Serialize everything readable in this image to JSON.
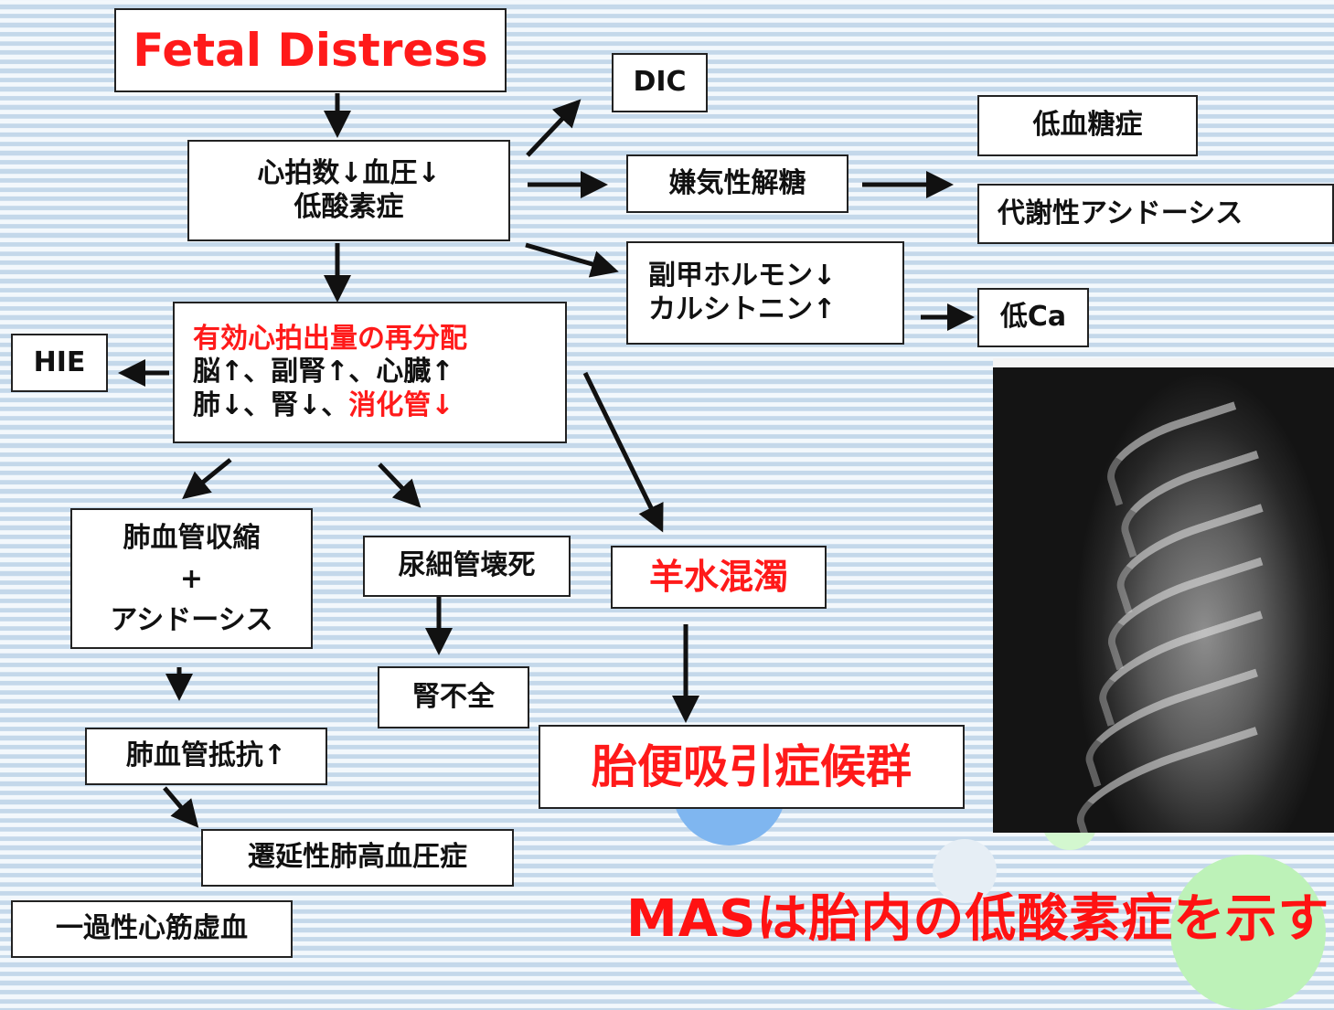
{
  "boxes": {
    "fetal_distress": "Fetal Distress",
    "hr_bp": "心拍数↓血圧↓",
    "hypoxemia": "低酸素症",
    "dic": "DIC",
    "anaerobic": "嫌気性解糖",
    "hypoglycemia": "低血糖症",
    "metabolic_acidosis": "代謝性アシドーシス",
    "pth_down": "副甲ホルモン↓",
    "calcitonin_up": "カルシトニン↑",
    "low_ca": "低Ca",
    "redistribution_title": "有効心拍出量の再分配",
    "redistribution_up": "脳↑、副腎↑、心臓↑",
    "redistribution_down": "肺↓、腎↓、",
    "redistribution_gi": "消化管↓",
    "hie": "HIE",
    "pulm_vasoconstriction": "肺血管収縮",
    "plus": "+",
    "acidosis": "アシドーシス",
    "tubular_necrosis": "尿細管壊死",
    "renal_failure": "腎不全",
    "meconium_stained": "羊水混濁",
    "mas": "胎便吸引症候群",
    "pvr_up": "肺血管抵抗↑",
    "pphn": "遷延性肺高血圧症",
    "myocardial_ischemia": "一過性心筋虚血"
  },
  "footer": "MASは胎内の低酸素症を示す",
  "colors": {
    "accent_red": "#ff1a1a",
    "line": "#111111"
  },
  "image": {
    "subject": "chest x-ray"
  }
}
